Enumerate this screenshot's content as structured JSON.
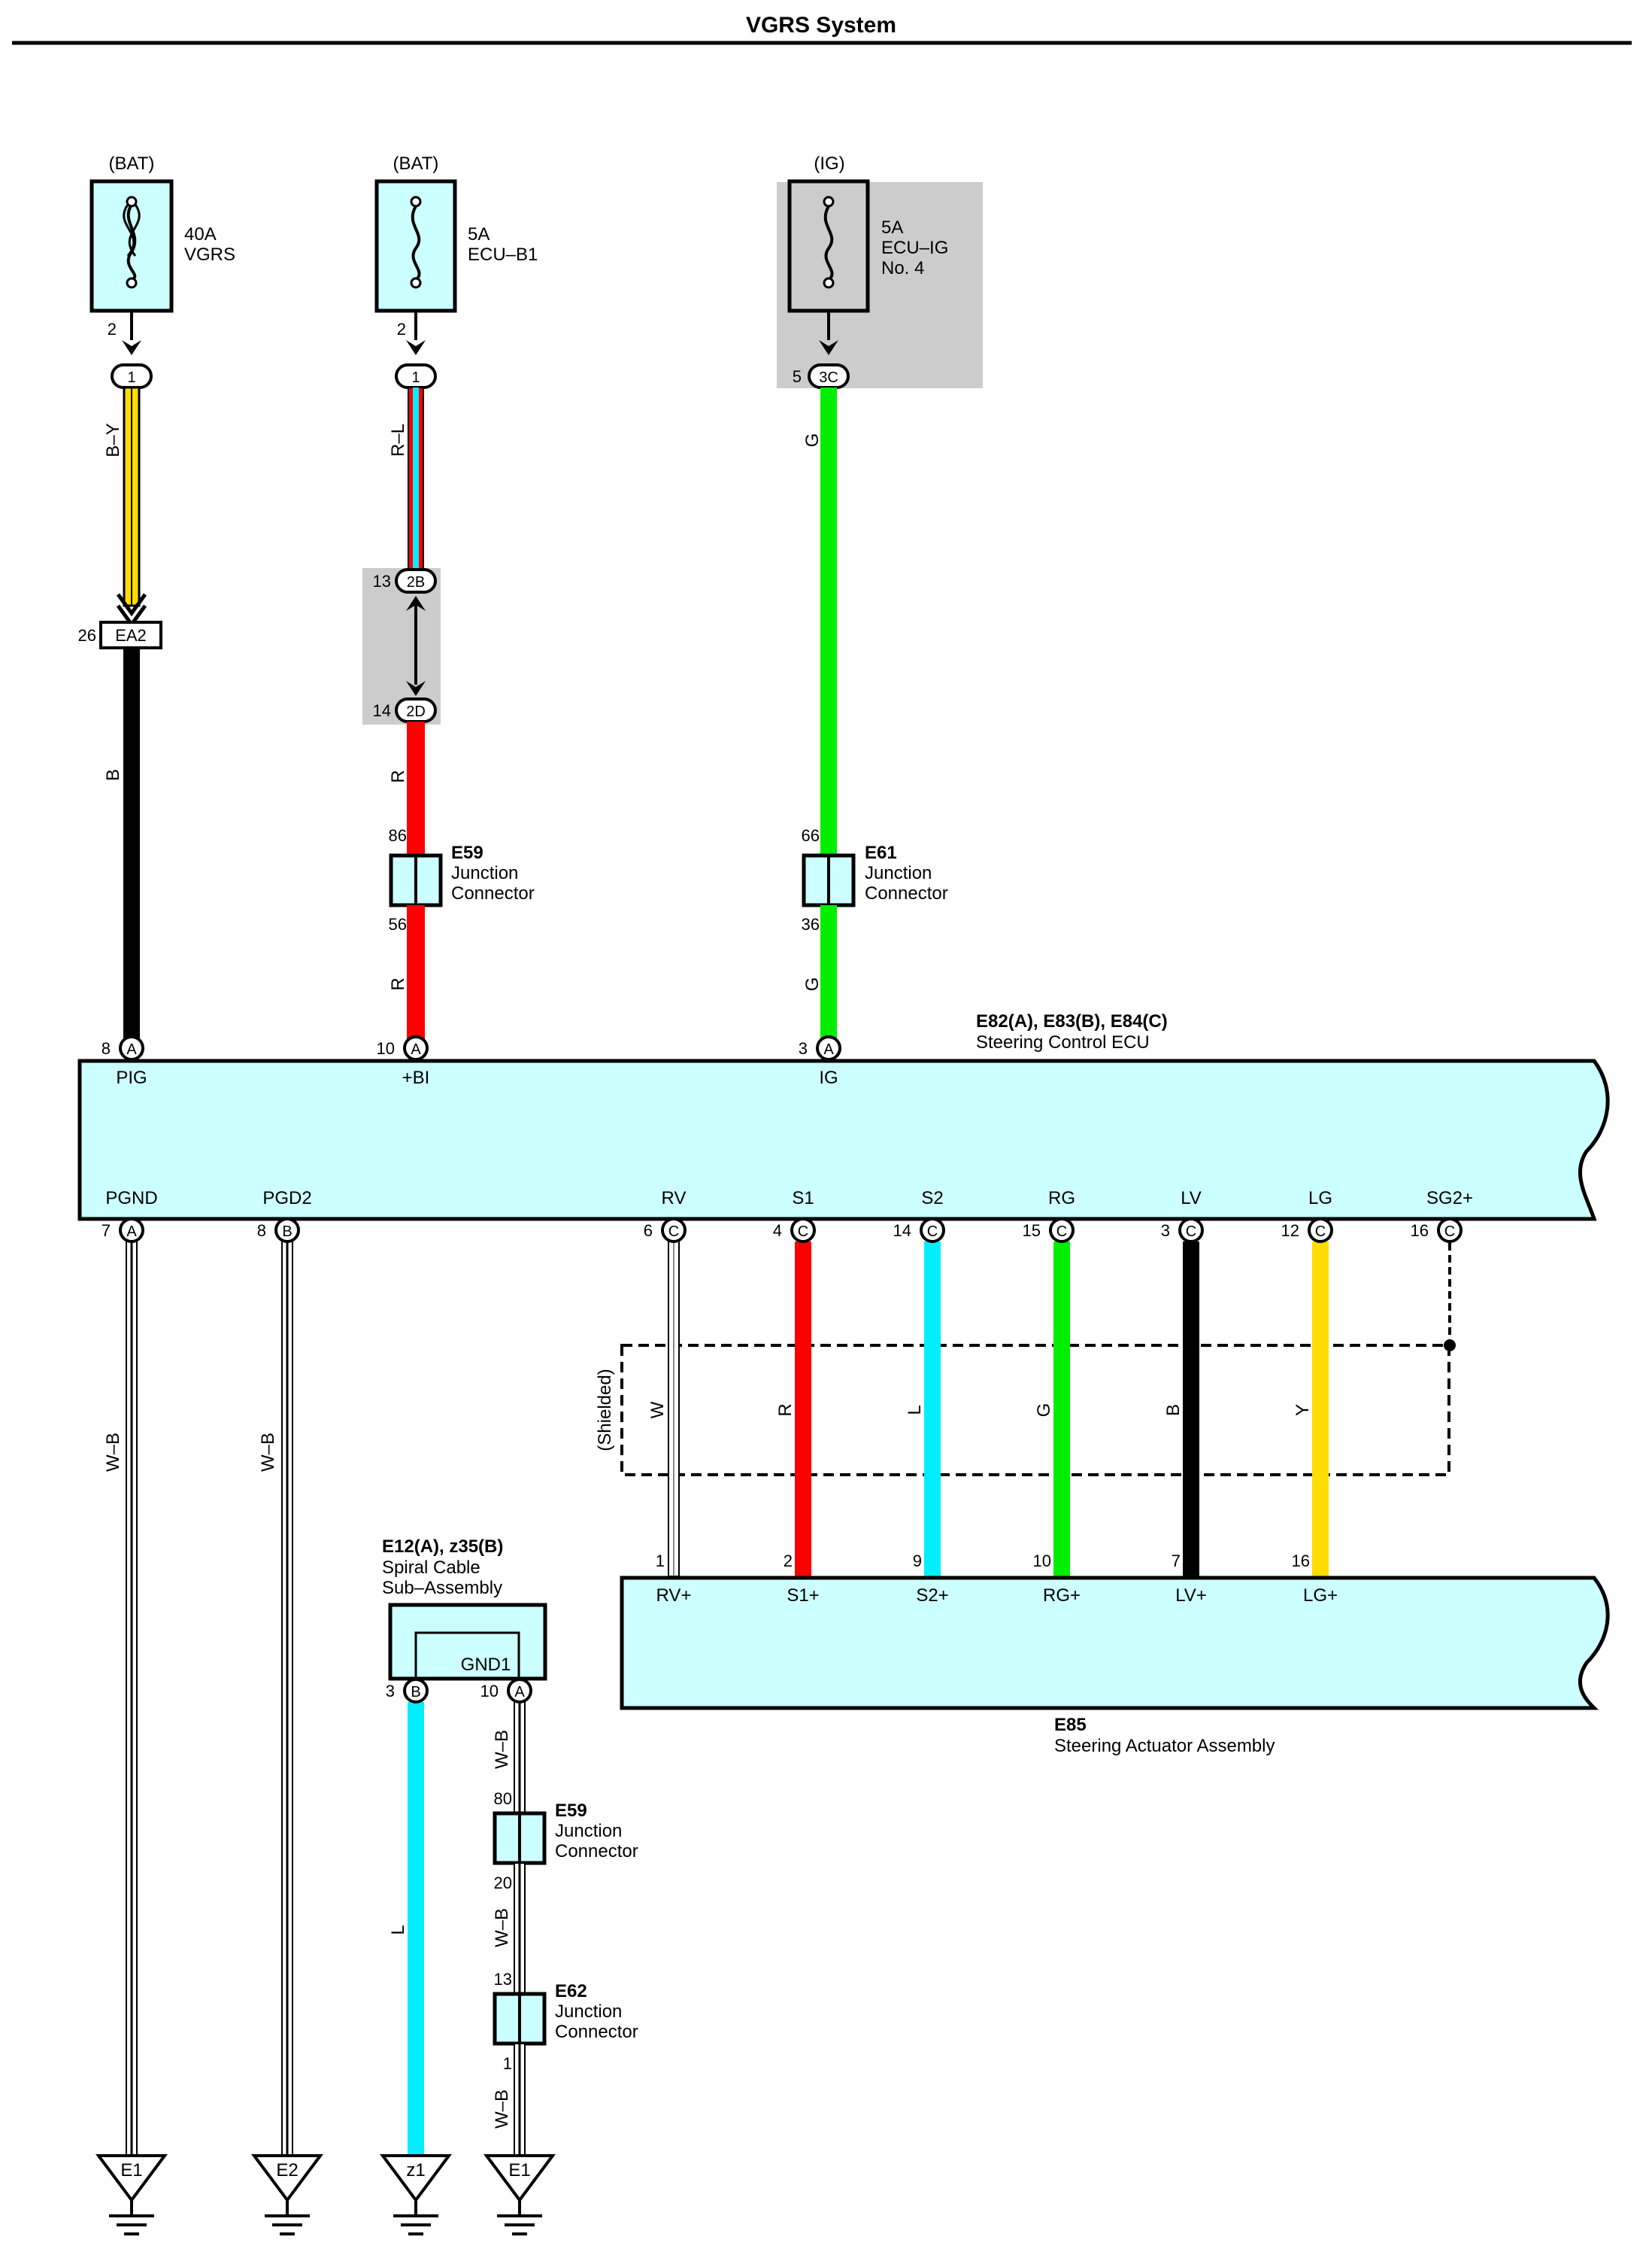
{
  "title": "VGRS System",
  "colors": {
    "ecu_fill": "#ccffff",
    "fuse_fill": "#ccffff",
    "gray_box": "#cccccc",
    "yellow": "#ffdd00",
    "red": "#ff0000",
    "green": "#00ee00",
    "cyan": "#00eeff",
    "black": "#000000"
  },
  "fuses": [
    {
      "source": "(BAT)",
      "label": [
        "40A",
        "VGRS"
      ],
      "pin": "2",
      "conn": "1"
    },
    {
      "source": "(BAT)",
      "label": [
        "5A",
        "ECU–B1"
      ],
      "pin": "2",
      "conn": "1"
    },
    {
      "source": "(IG)",
      "label": [
        "5A",
        "ECU–IG",
        "No. 4"
      ],
      "pin": "5",
      "conn": "3C"
    }
  ],
  "wire_codes": {
    "by": "B–Y",
    "b1": "B",
    "rl": "R–L",
    "r1": "R",
    "r2": "R",
    "g1": "G",
    "g2": "G",
    "wb1": "W–B",
    "wb2": "W–B",
    "w": "W",
    "r3": "R",
    "l1": "L",
    "g3": "G",
    "b2": "B",
    "y": "Y",
    "l2": "L",
    "wb3": "W–B",
    "wb4": "W–B",
    "wb5": "W–B"
  },
  "inline": {
    "ea2": {
      "pin": "26",
      "label": "EA2"
    },
    "c2b": {
      "pin": "13",
      "label": "2B"
    },
    "c2d": {
      "pin": "14",
      "label": "2D"
    }
  },
  "junctions": [
    {
      "id": "E59",
      "line1": "Junction",
      "line2": "Connector",
      "pin_top": "86",
      "pin_bottom": "56"
    },
    {
      "id": "E61",
      "line1": "Junction",
      "line2": "Connector",
      "pin_top": "66",
      "pin_bottom": "36"
    },
    {
      "id": "E59",
      "line1": "Junction",
      "line2": "Connector",
      "pin_top": "80",
      "pin_bottom": "20"
    },
    {
      "id": "E62",
      "line1": "Junction",
      "line2": "Connector",
      "pin_top": "13",
      "pin_bottom": "1"
    }
  ],
  "ecu": {
    "id": "E82(A), E83(B), E84(C)",
    "name": "Steering Control ECU",
    "top_terminals": [
      {
        "pin": "8",
        "conn": "A",
        "name": "PIG"
      },
      {
        "pin": "10",
        "conn": "A",
        "name": "+BI"
      },
      {
        "pin": "3",
        "conn": "A",
        "name": "IG"
      }
    ],
    "bottom_terminals": [
      {
        "pin": "7",
        "conn": "A",
        "name": "PGND"
      },
      {
        "pin": "8",
        "conn": "B",
        "name": "PGD2"
      },
      {
        "pin": "6",
        "conn": "C",
        "name": "RV"
      },
      {
        "pin": "4",
        "conn": "C",
        "name": "S1"
      },
      {
        "pin": "14",
        "conn": "C",
        "name": "S2"
      },
      {
        "pin": "15",
        "conn": "C",
        "name": "RG"
      },
      {
        "pin": "3",
        "conn": "C",
        "name": "LV"
      },
      {
        "pin": "12",
        "conn": "C",
        "name": "LG"
      },
      {
        "pin": "16",
        "conn": "C",
        "name": "SG2+"
      }
    ]
  },
  "shielded": "(Shielded)",
  "actuator": {
    "id": "E85",
    "name": "Steering Actuator Assembly",
    "terminals": [
      {
        "pin": "1",
        "name": "RV+"
      },
      {
        "pin": "2",
        "name": "S1+"
      },
      {
        "pin": "9",
        "name": "S2+"
      },
      {
        "pin": "10",
        "name": "RG+"
      },
      {
        "pin": "7",
        "name": "LV+"
      },
      {
        "pin": "16",
        "name": "LG+"
      }
    ]
  },
  "spiral": {
    "id": "E12(A), z35(B)",
    "line1": "Spiral Cable",
    "line2": "Sub–Assembly",
    "inner": "GND1",
    "terminals": [
      {
        "pin": "3",
        "conn": "B"
      },
      {
        "pin": "10",
        "conn": "A"
      }
    ]
  },
  "grounds": [
    "E1",
    "E2",
    "z1",
    "E1"
  ]
}
